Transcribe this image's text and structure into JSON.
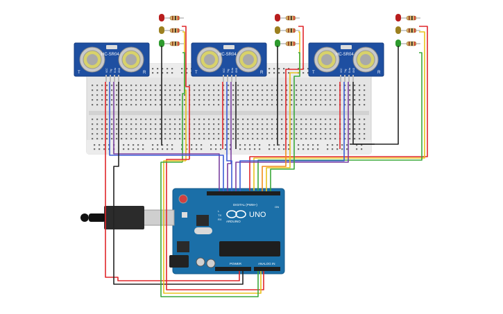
{
  "sensor": {
    "model_label": "HC-SR04",
    "pin_labels": [
      "VCC",
      "Trig",
      "Echo",
      "GND"
    ],
    "side_left": "T",
    "side_right": "R"
  },
  "sensors_count": 3,
  "arduino": {
    "brand": "ARDUINO",
    "model": "UNO",
    "digital_label": "DIGITAL (PWM~)",
    "power_label": "POWER",
    "analog_label": "ANALOG IN",
    "tx_label": "TX",
    "rx_label": "RX",
    "l_label": "L",
    "on_label": "ON"
  },
  "colors": {
    "board_blue": "#1b6fa8",
    "sensor_blue": "#1e4fa1",
    "breadboard": "#e6e6e6",
    "wire_red": "#e0262a",
    "wire_black": "#222222",
    "wire_green": "#3aa83a",
    "wire_yellow": "#e8c21c",
    "wire_orange": "#f28c1a",
    "wire_blue": "#3b5bd6",
    "wire_purple": "#7a3fa0",
    "led_red": "#b81d1d",
    "led_yellow": "#9c8020",
    "led_green": "#2e9b2e"
  }
}
